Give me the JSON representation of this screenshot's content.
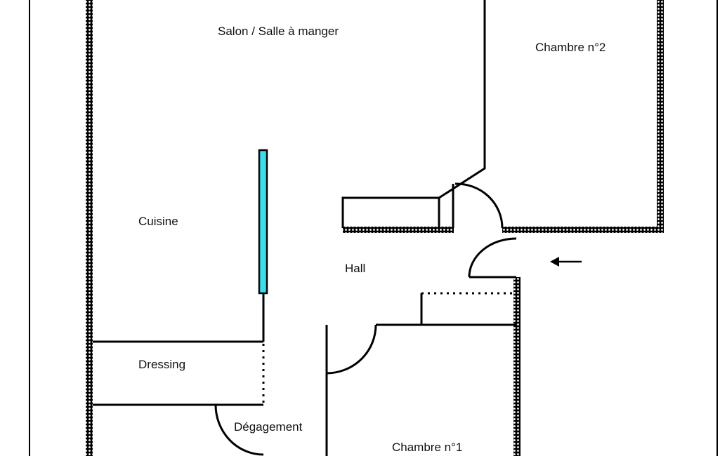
{
  "plan": {
    "rooms": {
      "salon": "Salon / Salle à manger",
      "chambre2": "Chambre n°2",
      "cuisine": "Cuisine",
      "hall": "Hall",
      "dressing": "Dressing",
      "degagement": "Dégagement",
      "chambre1": "Chambre n°1"
    },
    "colors": {
      "window": "#33e0ee",
      "wall": "#000000"
    },
    "entrance_icon": "arrow-left-icon"
  }
}
